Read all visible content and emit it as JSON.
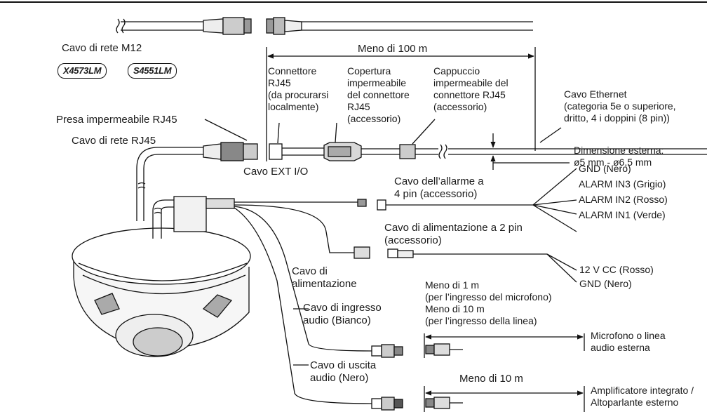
{
  "labels": {
    "m12_cable": "Cavo di rete M12",
    "badge_1": "X4573LM",
    "badge_2": "S4551LM",
    "under_100m": "Meno di 100 m",
    "rj45_connector": "Connettore\nRJ45\n(da procurarsi\nlocalmente)",
    "waterproof_cover": "Copertura\nimpermeabile\ndel connettore\nRJ45\n(accessorio)",
    "rj45_cap": "Cappuccio\nimpermeabile del\nconnettore RJ45\n(accessorio)",
    "ethernet_cable": "Cavo Ethernet\n(categoria 5e o superiore,\ndritto, 4 i doppini (8 pin))",
    "waterproof_socket": "Presa impermeabile RJ45",
    "rj45_cable": "Cavo di rete RJ45",
    "outer_dimension": "Dimensione esterna:\nø5 mm - ø6,5 mm",
    "alarm_cable": "Cavo dell’allarme a\n4 pin (accessorio)",
    "ext_io_cable": "Cavo EXT I/O",
    "gnd_black_1": "GND (Nero)",
    "alarm_in3": "ALARM IN3 (Grigio)",
    "alarm_in2": "ALARM IN2 (Rosso)",
    "alarm_in1": "ALARM IN1 (Verde)",
    "power_cable_2pin": "Cavo di alimentazione a 2 pin\n(accessorio)",
    "power_cable": "Cavo di\nalimentazione",
    "dc12v": "12 V CC (Rosso)",
    "gnd_black_2": "GND (Nero)",
    "mic_note": "Meno di 1 m\n(per l’ingresso del microfono)\nMeno di 10 m\n(per l’ingresso della linea)",
    "audio_in_cable": "Cavo di ingresso\naudio (Bianco)",
    "mic_or_line": "Microfono o linea\naudio esterna",
    "audio_out_cable": "Cavo di uscita\naudio (Nero)",
    "under_10m": "Meno di 10 m",
    "amp_speaker": "Amplificatore integrato /\nAltoparlante esterno"
  }
}
